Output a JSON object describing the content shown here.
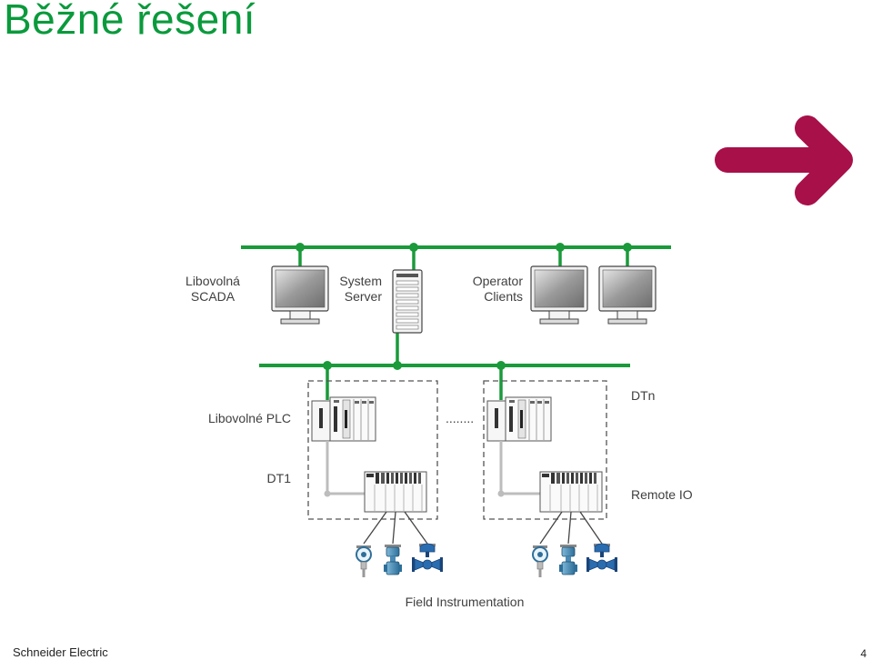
{
  "slide": {
    "title": "Běžné řešení",
    "footer_company": "Schneider Electric",
    "page_number": "4"
  },
  "labels": {
    "scada": [
      "Libovolná",
      "SCADA"
    ],
    "server": [
      "System",
      "Server"
    ],
    "clients": [
      "Operator",
      "Clients"
    ],
    "plc": "Libovolné PLC",
    "dots": "........",
    "dtn": "DTn",
    "dt1": "DT1",
    "remote_io": "Remote IO",
    "field": "Field Instrumentation"
  },
  "colors": {
    "title": "#0a9a3c",
    "network": "#1a9a3a",
    "arrow": "#a8104a",
    "io_link": "#bdbdbd"
  },
  "icons": {
    "arrow": "arrow-right-icon",
    "monitor": "monitor-icon",
    "server": "server-icon",
    "plc": "plc-rack-icon",
    "remote_io": "remote-io-rack-icon",
    "instrument": "transmitter-icon",
    "valve": "valve-icon"
  }
}
